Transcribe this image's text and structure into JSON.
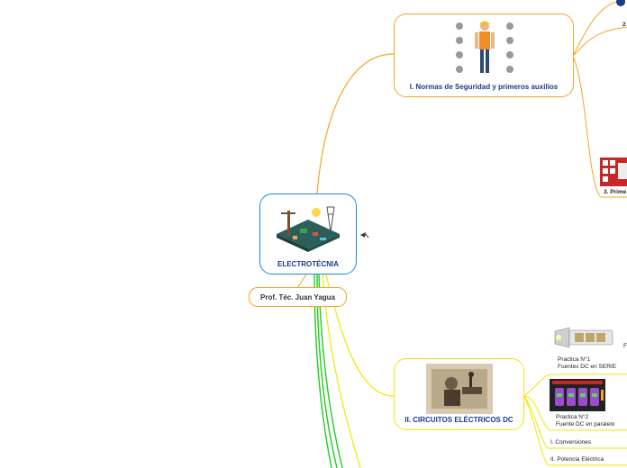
{
  "central": {
    "title": "ELECTROTÉCNIA",
    "author": "Prof. Téc. Juan Yagua"
  },
  "branches": {
    "safety": {
      "title": "I. Normas de Seguridad y primeros auxilios",
      "sub_2": "2",
      "sub_3": "3. Prime"
    },
    "dc": {
      "title": "II. CIRCUITOS ELÉCTRICOS DC",
      "practica1": [
        "Practica N°1",
        "Fuentes DC en SERIE"
      ],
      "practica2": [
        "Practica N°2",
        "Fuente DC en paralelo"
      ],
      "conversiones": "I. Conversiones",
      "potencia": "II. Potencia Eléctrica",
      "edge_letter": "F"
    }
  },
  "colors": {
    "central_border": "#1e88e5",
    "safety": "#f5a623",
    "dc": "#f2e600",
    "green": "#22cc22",
    "author_border": "#f5a623"
  }
}
